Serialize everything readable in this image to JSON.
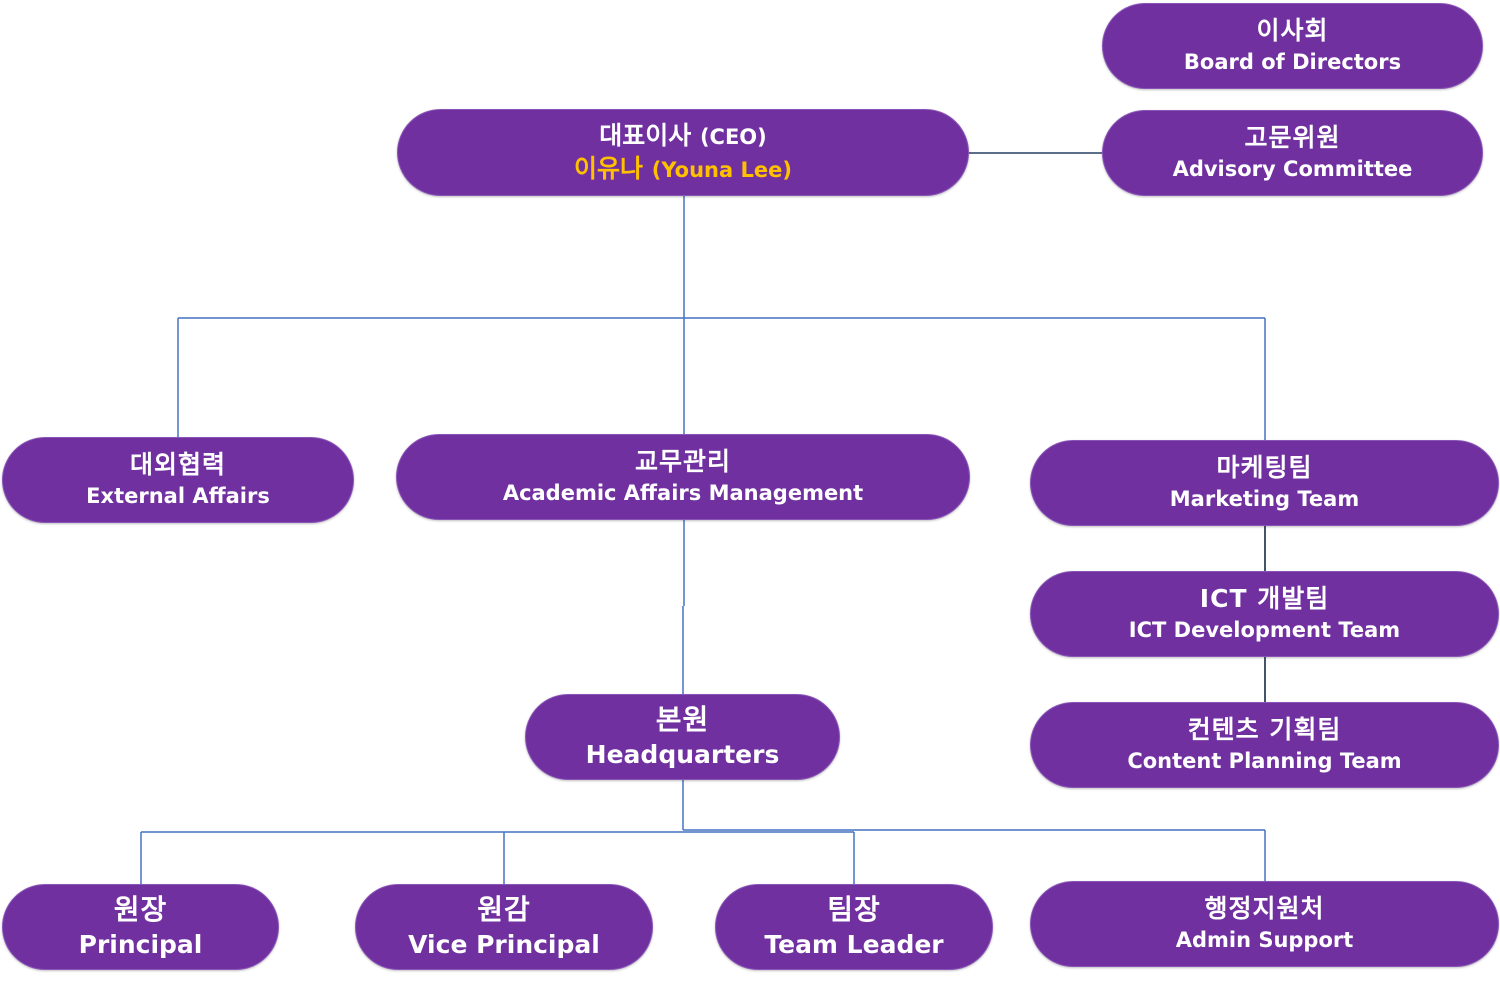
{
  "title": "Organization Chart",
  "colors": {
    "node_fill": "#7030a0",
    "connector": "#4472c4",
    "connector_dark": "#44546a",
    "highlight_text": "#ffc000",
    "text": "#ffffff"
  },
  "nodes": {
    "board": {
      "ko": "이사회",
      "en": "Board of Directors"
    },
    "advisory": {
      "ko": "고문위원",
      "en": "Advisory Committee"
    },
    "ceo": {
      "ko": "대표이사",
      "ko_suffix": "(CEO)",
      "name_ko": "이유나",
      "name_en": "(Youna Lee)"
    },
    "external": {
      "ko": "대외협력",
      "en": "External Affairs"
    },
    "academic": {
      "ko": "교무관리",
      "en": "Academic Affairs Management"
    },
    "marketing": {
      "ko": "마케팅팀",
      "en": "Marketing Team"
    },
    "ict": {
      "ko": "ICT 개발팀",
      "en": "ICT Development Team"
    },
    "content": {
      "ko": "컨텐츠 기획팀",
      "en": "Content Planning Team"
    },
    "hq": {
      "ko": "본원",
      "en": "Headquarters"
    },
    "principal": {
      "ko": "원장",
      "en": "Principal"
    },
    "vice": {
      "ko": "원감",
      "en": "Vice Principal"
    },
    "teamleader": {
      "ko": "팀장",
      "en": "Team Leader"
    },
    "admin": {
      "ko": "행정지원처",
      "en": "Admin Support"
    }
  }
}
